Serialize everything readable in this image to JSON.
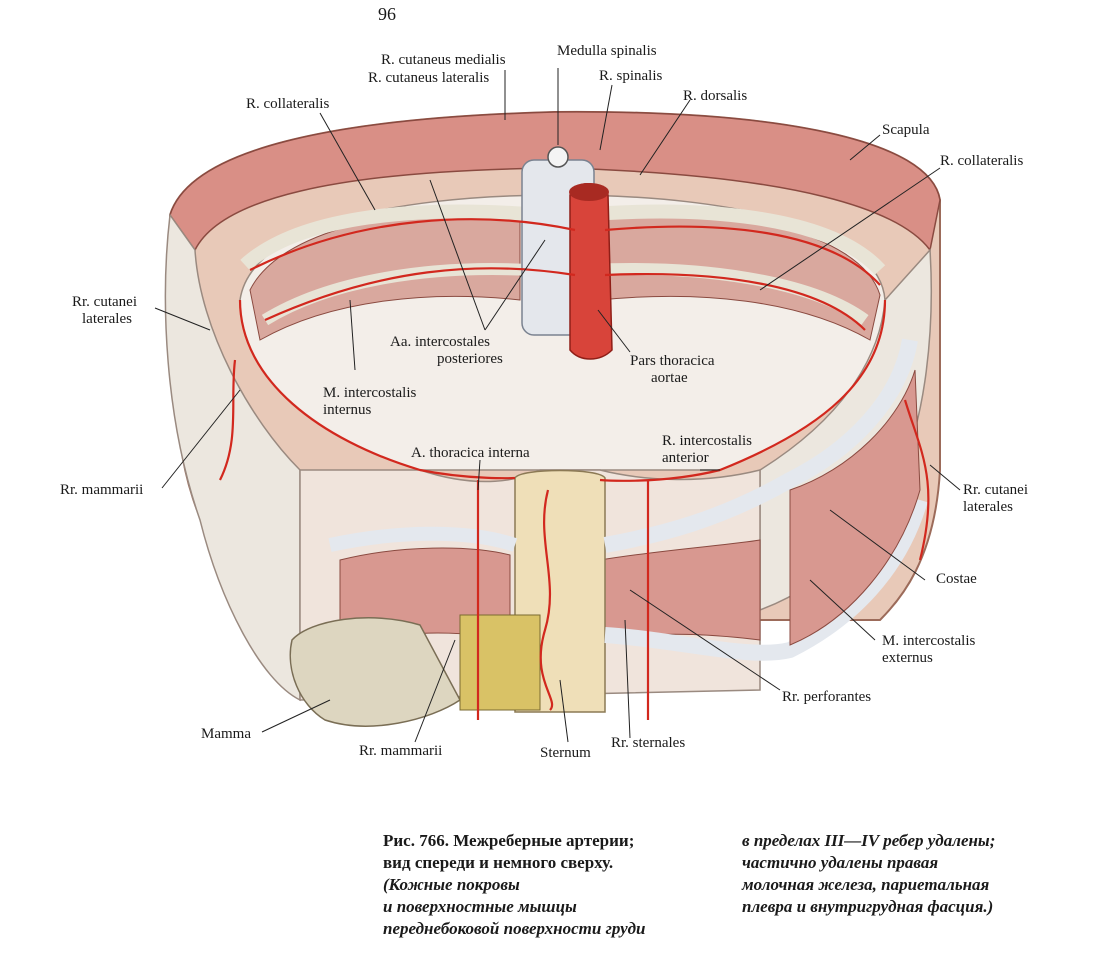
{
  "page_number": "96",
  "labels": {
    "cutaneus_medialis": "R. cutaneus medialis",
    "cutaneus_lateralis": "R. cutaneus lateralis",
    "medulla_spinalis": "Medulla spinalis",
    "r_spinalis": "R. spinalis",
    "r_dorsalis": "R. dorsalis",
    "collateralis_left": "R. collateralis",
    "scapula": "Scapula",
    "collateralis_right": "R. collateralis",
    "rr_cutanei_laterales_left_1": "Rr. cutanei",
    "rr_cutanei_laterales_left_2": "laterales",
    "aa_intercostales_1": "Aa. intercostales",
    "aa_intercostales_2": "posteriores",
    "pars_thoracica_1": "Pars thoracica",
    "pars_thoracica_2": "aortae",
    "m_intercostalis_internus_1": "M. intercostalis",
    "m_intercostalis_internus_2": "internus",
    "rr_mammarii_left": "Rr. mammarii",
    "a_thoracica_interna": "A. thoracica interna",
    "r_intercostalis_anterior_1": "R. intercostalis",
    "r_intercostalis_anterior_2": "anterior",
    "rr_cutanei_laterales_right_1": "Rr. cutanei",
    "rr_cutanei_laterales_right_2": "laterales",
    "costae": "Costae",
    "m_intercostalis_externus_1": "M. intercostalis",
    "m_intercostalis_externus_2": "externus",
    "rr_perforantes": "Rr. perforantes",
    "mamma": "Mamma",
    "rr_mammarii_bottom": "Rr. mammarii",
    "sternum": "Sternum",
    "rr_sternales": "Rr. sternales"
  },
  "caption": {
    "line1": "Рис. 766. Межреберные артерии;",
    "line2": "вид спереди и немного сверху.",
    "line3": "(Кожные покровы",
    "line4": "и поверхностные мышцы",
    "line5": "переднебоковой поверхности груди",
    "line6": "в пределах III—IV ребер удалены;",
    "line7": "частично удалены правая",
    "line8": "молочная железа, париетальная",
    "line9": "плевра и внутригрудная фасция.)"
  }
}
